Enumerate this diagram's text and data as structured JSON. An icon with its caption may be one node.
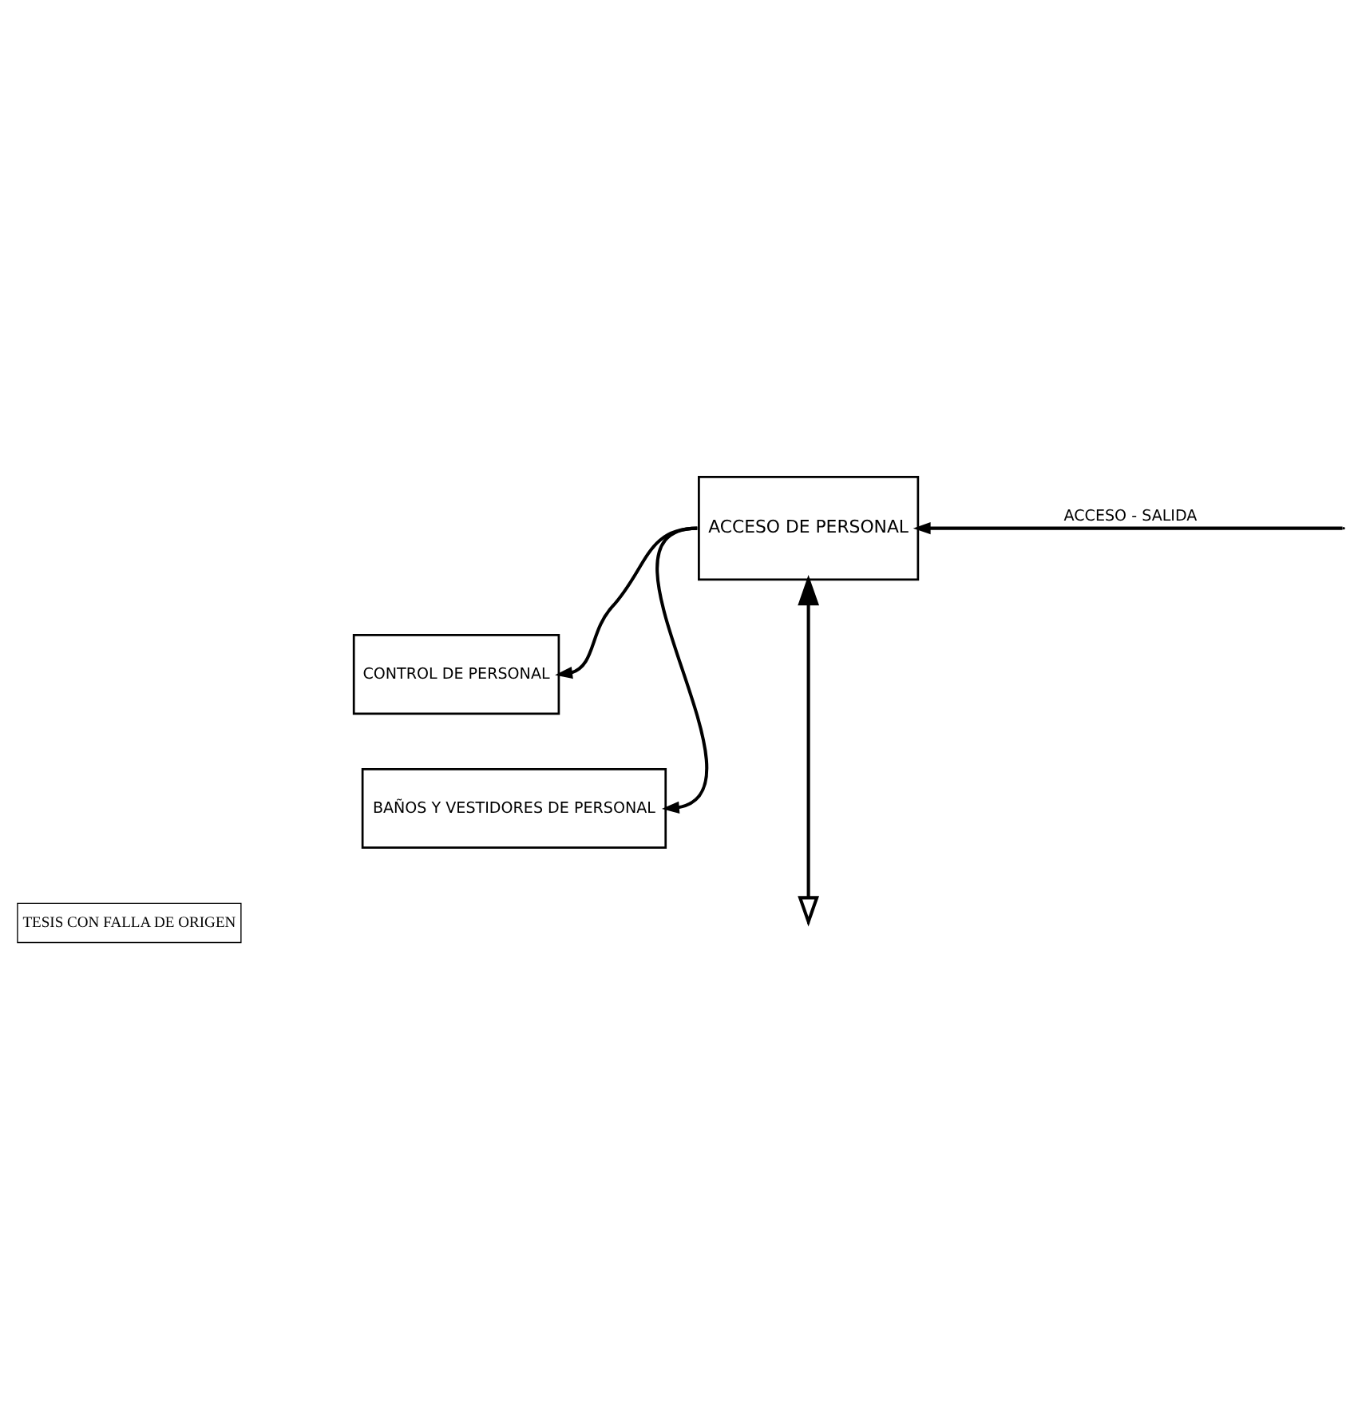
{
  "diagram": {
    "nodes": [
      {
        "text": [
          "ACCESO DE PERSONAL"
        ]
      },
      {
        "text": [
          "CONTROL DE PERSONAL"
        ]
      },
      {
        "text": [
          "BAÑOS Y VESTIDORES DE PERSONAL"
        ]
      },
      {
        "text": [
          "TESIS CON FALLA DE ORIGEN"
        ]
      }
    ],
    "edges": [
      {
        "from": null,
        "to": 0,
        "arrow": "to",
        "label": "ACCESO - SALIDA"
      },
      {
        "from": 0,
        "to": null,
        "arrow": "both"
      },
      {
        "from": 0,
        "to": 1,
        "arrow": "to"
      },
      {
        "from": 0,
        "to": 2,
        "arrow": "to"
      }
    ]
  }
}
